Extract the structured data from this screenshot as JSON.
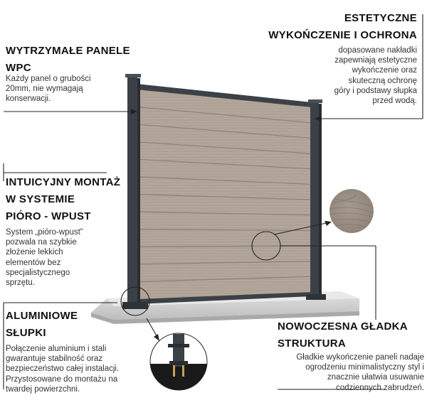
{
  "sections": {
    "aesthetic": {
      "title_line1": "ESTETYCZNE",
      "title_line2": "WYKOŃCZENIE I OCHRONA",
      "desc_lines": [
        "dopasowane nakładki",
        "zapewniają estetyczne",
        "wykończenie oraz",
        "skuteczną ochronę",
        "góry i podstawy słupka",
        "przed wodą."
      ]
    },
    "panels": {
      "title_line1": "WYTRZYMAŁE PANELE",
      "title_line2": "WPC",
      "desc_lines": [
        "Każdy panel o grubości",
        "20mm, nie wymagają",
        "konserwacji."
      ]
    },
    "mounting": {
      "title_line1": "INTUICYJNY MONTAŻ",
      "title_line2": "W SYSTEMIE",
      "title_line3": "PIÓRO - WPUST",
      "desc_lines": [
        "System „pióro-wpust”",
        "pozwala na szybkie",
        "złożenie lekkich",
        "elementów bez",
        "specjalistycznego",
        "sprzętu."
      ]
    },
    "posts": {
      "title_line1": "ALUMINIOWE",
      "title_line2": "SŁUPKI",
      "desc_lines": [
        "Połączenie aluminium i stali",
        "gwarantuje stabilność oraz",
        "bezpieczeństwo całej instalacji.",
        "Przystosowane do montażu na",
        "twardej powierzchni."
      ]
    },
    "texture": {
      "title_line1": "NOWOCZESNA GŁADKA",
      "title_line2": "STRUKTURA",
      "desc_lines": [
        "Gładkie wykończenie paneli nadaje",
        "ogrodzeniu minimalistyczny styl i",
        "znacznie ułatwia usuwanie",
        "codziennych zabrudzeń."
      ]
    }
  },
  "colors": {
    "panel_light": "#b3a69a",
    "panel_dark": "#9d9084",
    "post": "#3c4147",
    "slab": "#cfcfcf",
    "line": "#222222"
  }
}
